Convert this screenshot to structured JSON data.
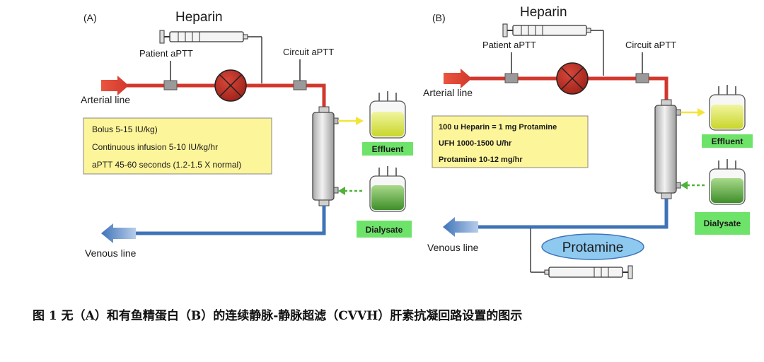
{
  "panel_a": {
    "label": "(A)",
    "heparin": "Heparin",
    "patient_aptt": "Patient aPTT",
    "circuit_aptt": "Circuit aPTT",
    "arterial_line": "Arterial line",
    "venous_line": "Venous line",
    "effluent": "Effluent",
    "dialysate": "Dialysate",
    "info": [
      "Bolus 5-15 IU/kg)",
      "Continuous infusion 5-10 IU/kg/hr",
      "aPTT 45-60 seconds (1.2-1.5 X normal)"
    ]
  },
  "panel_b": {
    "label": "(B)",
    "heparin": "Heparin",
    "patient_aptt": "Patient aPTT",
    "circuit_aptt": "Circuit aPTT",
    "arterial_line": "Arterial line",
    "venous_line": "Venous line",
    "effluent": "Effluent",
    "dialysate": "Dialysate",
    "protamine": "Protamine",
    "info": [
      "100 u Heparin = 1 mg Protamine",
      "UFH 1000-1500 U/hr",
      "Protamine 10-12 mg/hr"
    ]
  },
  "caption": "图 1  无（A）和有鱼精蛋白（B）的连续静脉-静脉超滤（CVVH）肝素抗凝回路设置的图示",
  "colors": {
    "arterial": "#d2372c",
    "venous": "#3f73b8",
    "pump": "#c0322a",
    "info_box": "#fdf59a",
    "effluent_fill": "#d8e23a",
    "dialysate_fill": "#5aa83a",
    "label_box": "#6ee36a",
    "protamine": "#8ec9f0"
  }
}
